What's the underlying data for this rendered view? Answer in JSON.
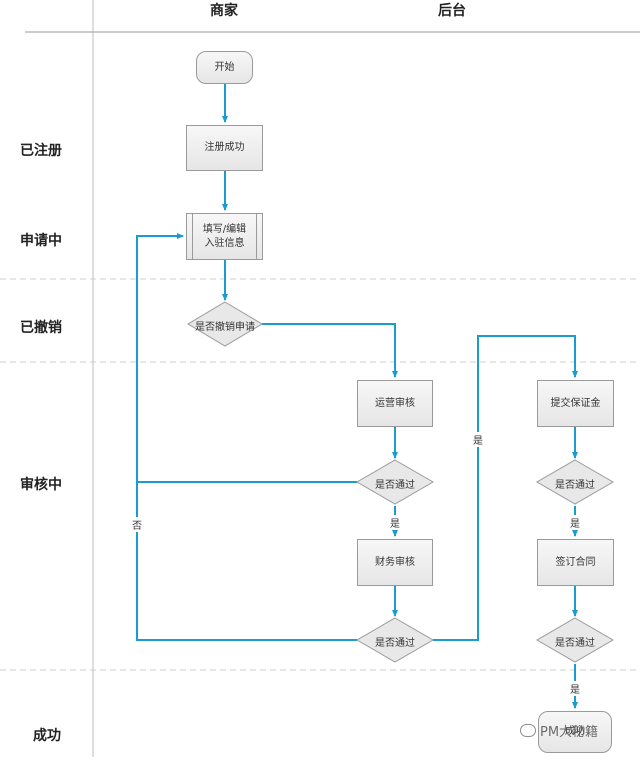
{
  "columns": {
    "merchant": "商家",
    "backend": "后台"
  },
  "lanes": [
    "已注册",
    "申请中",
    "已撤销",
    "审核中",
    "成功"
  ],
  "nodes": {
    "start": "开始",
    "register_success": "注册成功",
    "fill_edit_line1": "填写/编辑",
    "fill_edit_line2": "入驻信息",
    "revoke_decision": "是否撤销申请",
    "ops_review": "运营审核",
    "ops_pass_decision": "是否通过",
    "finance_review": "财务审核",
    "finance_pass_decision": "是否通过",
    "submit_deposit": "提交保证金",
    "deposit_pass_decision": "是否通过",
    "sign_contract": "签订合同",
    "contract_pass_decision": "是否通过",
    "end": "成功"
  },
  "edge_labels": {
    "yes": "是",
    "no": "否"
  },
  "watermark": "PM大秘籍",
  "colors": {
    "arrow": "#1a9cd0",
    "grid": "#bdbdbd",
    "node_border": "#9a9a9a"
  }
}
